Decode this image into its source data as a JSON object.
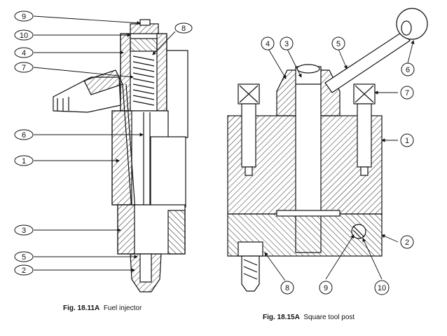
{
  "figures": [
    {
      "caption_num": "Fig. 18.11A",
      "caption_title": "Fuel injector",
      "callouts": [
        "9",
        "10",
        "4",
        "8",
        "7",
        "6",
        "1",
        "3",
        "5",
        "2"
      ]
    },
    {
      "caption_num": "Fig. 18.15A",
      "caption_title": "Square tool post",
      "callouts": [
        "4",
        "3",
        "5",
        "6",
        "7",
        "1",
        "2",
        "8",
        "9",
        "10"
      ]
    }
  ],
  "colors": {
    "ink": "#111111",
    "background": "#ffffff"
  }
}
